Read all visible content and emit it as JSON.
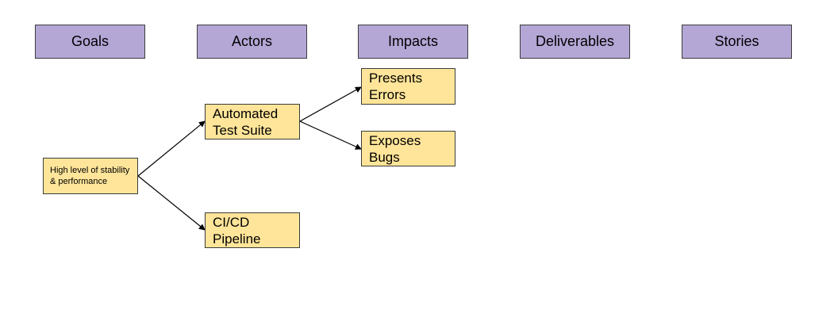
{
  "columns": {
    "goals": "Goals",
    "actors": "Actors",
    "impacts": "Impacts",
    "deliverables": "Deliverables",
    "stories": "Stories"
  },
  "nodes": {
    "goal": "High level of stability & performance",
    "actor_test_suite": "Automated Test Suite",
    "actor_pipeline": "CI/CD Pipeline",
    "impact_errors": "Presents Errors",
    "impact_bugs": "Exposes Bugs"
  },
  "colors": {
    "header_fill": "#b4a7d6",
    "node_fill": "#ffe599",
    "border": "#3c3c3c"
  }
}
